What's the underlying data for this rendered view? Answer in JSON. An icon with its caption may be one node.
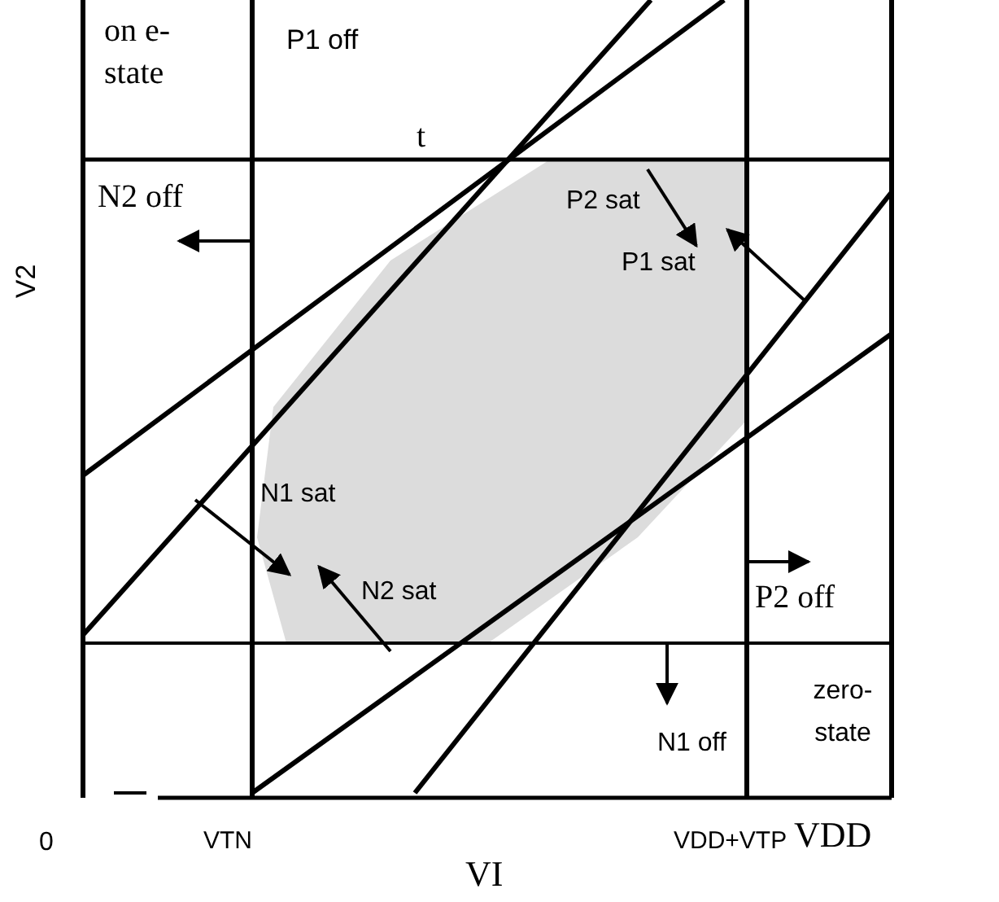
{
  "diagram": {
    "labels": [
      "on e- state",
      "P1 off",
      "t",
      "N2 off",
      "P2 sat",
      "P1 sat",
      "V2",
      "N1 sat",
      "N2 sat",
      "P2 off",
      "N1 off",
      "zero- state",
      "0",
      "VTN",
      "VDD+VTP",
      "VDD",
      "VI"
    ]
  }
}
